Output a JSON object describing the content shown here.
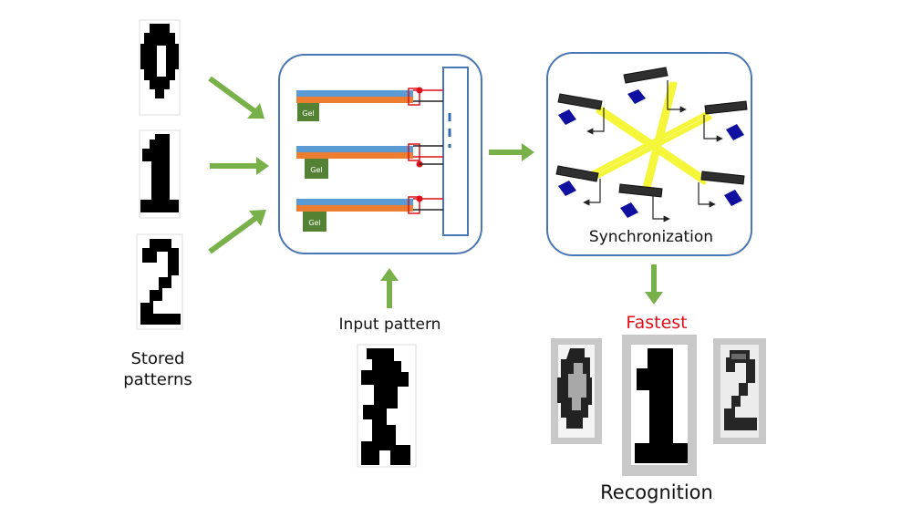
{
  "labels": {
    "stored": "Stored patterns",
    "input": "Input pattern",
    "synchronization": "Synchronization",
    "fastest": "Fastest",
    "recognition": "Recognition",
    "gel": "Gel"
  },
  "colors": {
    "arrow": "#78b04a",
    "panel_border": "#4a76b4",
    "strip_blue": "#5b9bd5",
    "strip_orange": "#ed7d31",
    "gel_green": "#548235",
    "junction_red": "#e0101a",
    "light_beam": "#f5f53a",
    "fastest_red": "#e0101a"
  },
  "gels": [
    {
      "label": "Gel"
    },
    {
      "label": "Gel"
    },
    {
      "label": "Gel"
    }
  ],
  "stored_digits": [
    "0",
    "1",
    "2"
  ],
  "recognized_digits": [
    "0",
    "1",
    "2"
  ]
}
